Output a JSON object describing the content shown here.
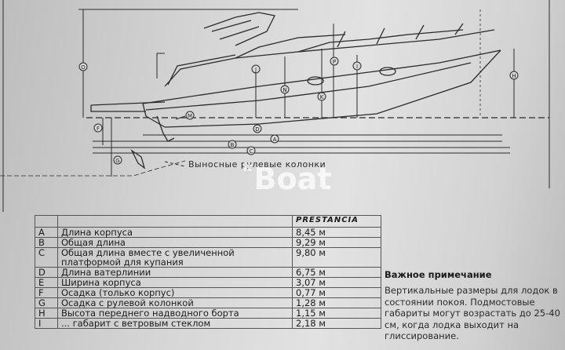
{
  "drawing": {
    "caption": "Выносные рулевые колонки",
    "dimension_markers": [
      "O",
      "J",
      "P",
      "I",
      "N",
      "K",
      "H",
      "M",
      "F",
      "D",
      "A",
      "B",
      "C",
      "G"
    ]
  },
  "watermark": {
    "prefix": "lt",
    "text": "Boat"
  },
  "table": {
    "brand": "PRESTANCIA",
    "rows": [
      {
        "key": "A",
        "name": "Длина корпуса",
        "value": "8,45 м"
      },
      {
        "key": "B",
        "name": "Общая длина",
        "value": "9,29 м"
      },
      {
        "key": "C",
        "name": "Общая длина вместе с увеличенной\nплатформой для купания",
        "value": "9,80 м"
      },
      {
        "key": "D",
        "name": "Длина ватерлинии",
        "value": "6,75 м"
      },
      {
        "key": "E",
        "name": "Ширина корпуса",
        "value": "3,07 м"
      },
      {
        "key": "F",
        "name": "Осадка (только корпус)",
        "value": "0,77 м"
      },
      {
        "key": "G",
        "name": "Осадка с рулевой колонкой",
        "value": "1,28 м"
      },
      {
        "key": "H",
        "name": "Высота переднего надводного борта",
        "value": "1,15 м"
      },
      {
        "key": "I",
        "name": "... габарит с ветровым стеклом",
        "value": "2,18 м"
      }
    ]
  },
  "note": {
    "title": "Важное примечание",
    "body": "Вертикальные размеры для лодок в\nсостоянии покоя. Подмостовые\nгабариты могут возрастать до 25-40\nсм, когда лодка выходит на\nглиссирование."
  }
}
